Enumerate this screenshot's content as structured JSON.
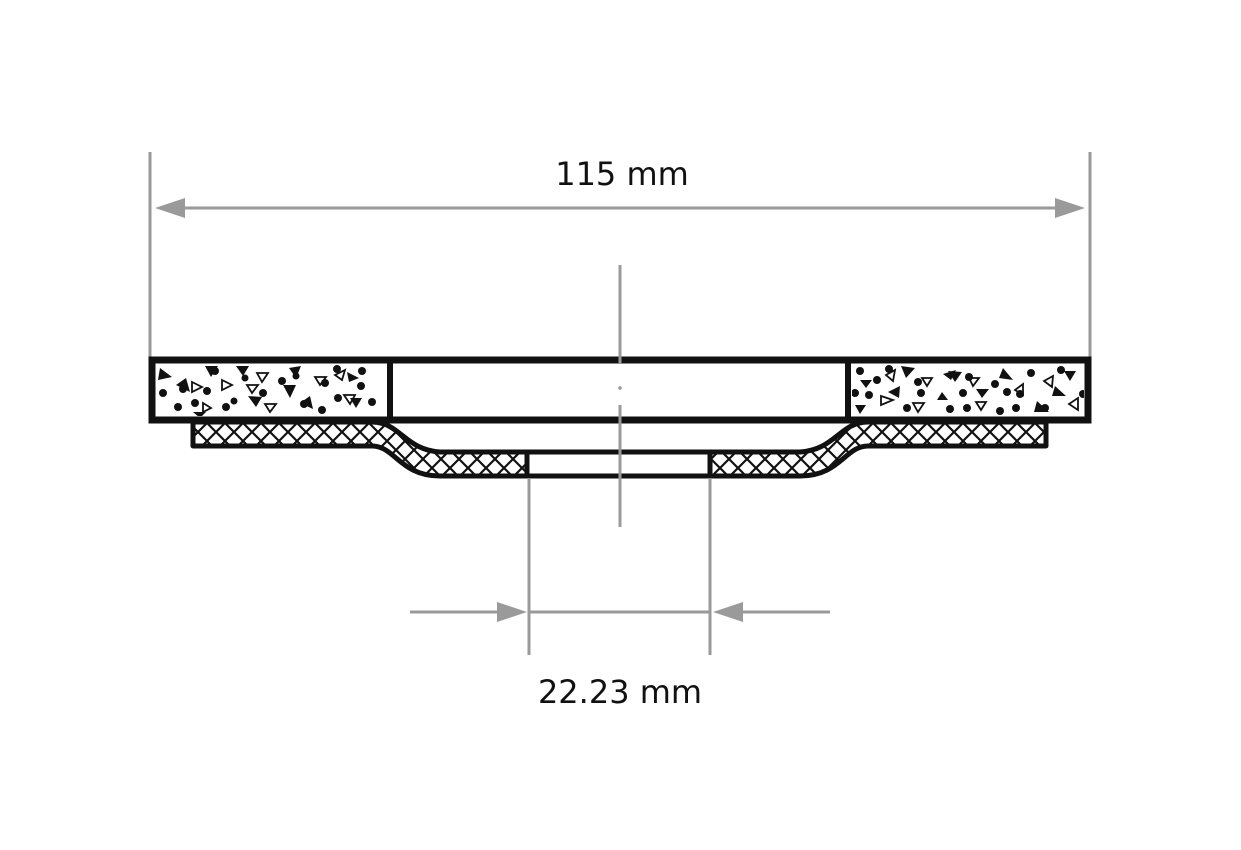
{
  "diagram": {
    "type": "technical-drawing",
    "subject": "flap disc cross-section with backing plate",
    "dimensions": {
      "outer_diameter": {
        "label": "115 mm",
        "value": 115,
        "unit": "mm"
      },
      "bore_diameter": {
        "label": "22.23 mm",
        "value": 22.23,
        "unit": "mm"
      }
    },
    "parts": [
      {
        "name": "abrasive-layer",
        "pattern": "dots-and-triangles"
      },
      {
        "name": "backing-plate",
        "pattern": "cross-hatch"
      },
      {
        "name": "center-bore"
      },
      {
        "name": "center-axis-line"
      }
    ],
    "colors": {
      "outline": "#111111",
      "dimension_line": "#9a9a9a",
      "background": "#ffffff",
      "text": "#111111"
    }
  }
}
